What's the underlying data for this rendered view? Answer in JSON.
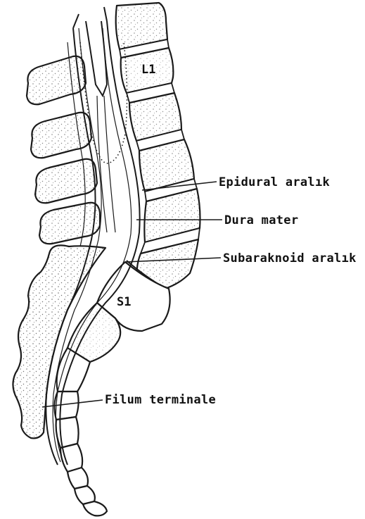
{
  "labels": {
    "epidural": "Epidural aralık",
    "dura": "Dura mater",
    "subarachnoid": "Subaraknoid aralık",
    "filum": "Filum terminale"
  },
  "vertebra_labels": {
    "l1": "L1",
    "s1": "S1"
  }
}
